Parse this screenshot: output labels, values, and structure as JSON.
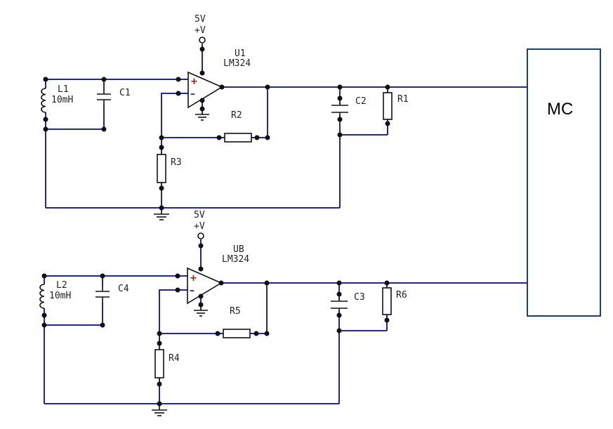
{
  "mc_block": {
    "label": "MC"
  },
  "stage1": {
    "supply_voltage": "5V",
    "supply_rail": "+V",
    "opamp_ref": "U1",
    "opamp_part": "LM324",
    "inductor_ref": "L1",
    "inductor_value": "10mH",
    "cap_in": "C1",
    "cap_out": "C2",
    "r_feedback": "R2",
    "r_ground": "R3",
    "r_load": "R1"
  },
  "stage2": {
    "supply_voltage": "5V",
    "supply_rail": "+V",
    "opamp_ref": "UB",
    "opamp_part": "LM324",
    "inductor_ref": "L2",
    "inductor_value": "10mH",
    "cap_in": "C4",
    "cap_out": "C3",
    "r_feedback": "R5",
    "r_ground": "R4",
    "r_load": "R6"
  },
  "colors": {
    "wire": "#1f2a8c",
    "component": "#111111",
    "plus_pin": "#cc0000"
  }
}
